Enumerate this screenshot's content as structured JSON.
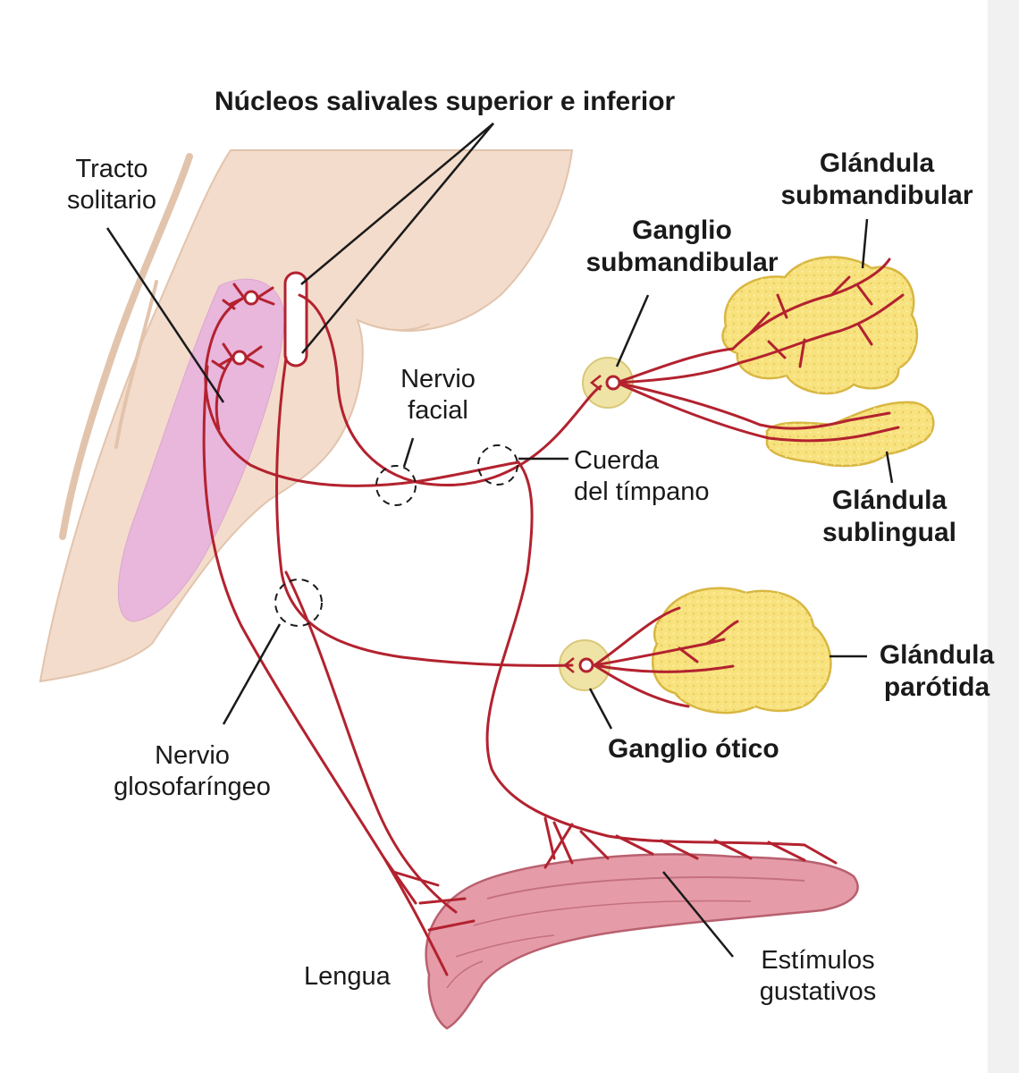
{
  "labels": {
    "nucleos": "Núcleos salivales superior e inferior",
    "tracto_l1": "Tracto",
    "tracto_l2": "solitario",
    "gl_submand_l1": "Glándula",
    "gl_submand_l2": "submandibular",
    "ganglio_submand_l1": "Ganglio",
    "ganglio_submand_l2": "submandibular",
    "nervio_facial_l1": "Nervio",
    "nervio_facial_l2": "facial",
    "cuerda_l1": "Cuerda",
    "cuerda_l2": "del tímpano",
    "gl_subling_l1": "Glándula",
    "gl_subling_l2": "sublingual",
    "gl_parotida_l1": "Glándula",
    "gl_parotida_l2": "parótida",
    "ganglio_otico": "Ganglio ótico",
    "nervio_gloso_l1": "Nervio",
    "nervio_gloso_l2": "glosofaríngeo",
    "lengua": "Lengua",
    "estimulos_l1": "Estímulos",
    "estimulos_l2": "gustativos"
  },
  "colors": {
    "brainstem": "#f3dccb",
    "brainstem_edge": "#e2c4ad",
    "nucleus_area": "#e9b6dc",
    "nerve": "#b3222f",
    "gland": "#f7e27e",
    "gland_edge": "#d8b640",
    "ganglion": "#efe3a6",
    "tongue": "#e59ca8",
    "tongue_edge": "#b9606f",
    "leader": "#1a1a1a"
  }
}
